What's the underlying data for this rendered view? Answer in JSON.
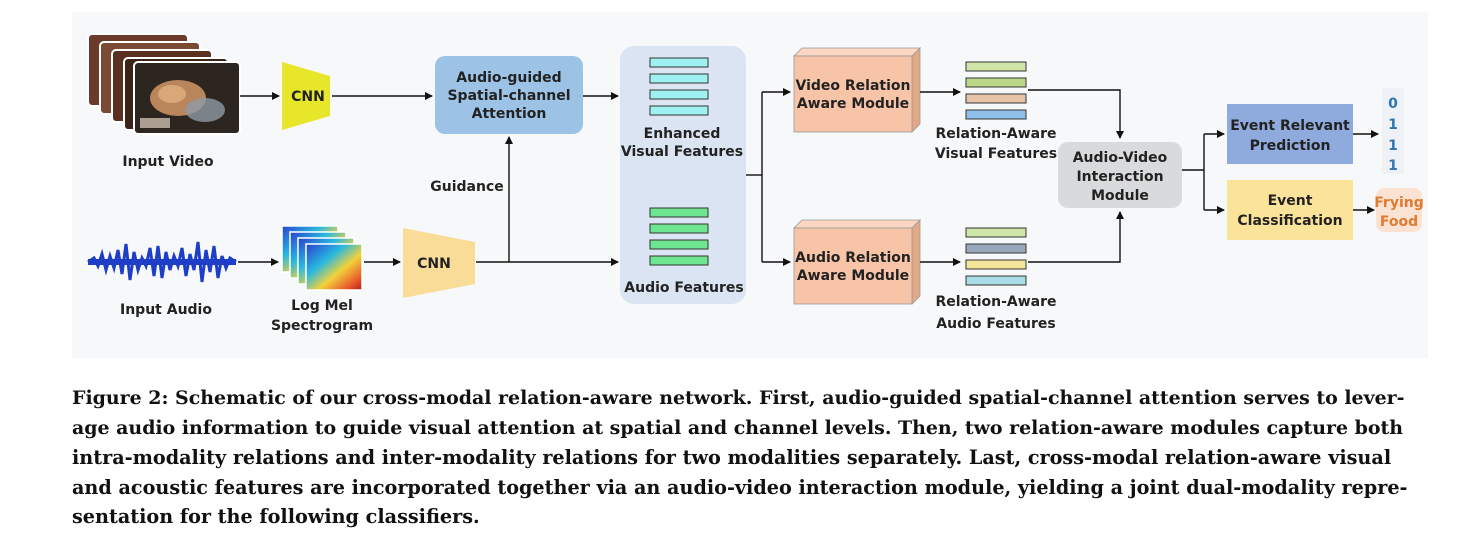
{
  "diagram": {
    "input_video": "Input Video",
    "input_audio": "Input Audio",
    "log_mel_line1": "Log Mel",
    "log_mel_line2": "Spectrogram",
    "cnn_video": "CNN",
    "cnn_audio": "CNN",
    "attention_line1": "Audio-guided",
    "attention_line2": "Spatial-channel",
    "attention_line3": "Attention",
    "guidance": "Guidance",
    "enhanced_line1": "Enhanced",
    "enhanced_line2": "Visual Features",
    "audio_features": "Audio Features",
    "video_relation_line1": "Video Relation",
    "video_relation_line2": "Aware Module",
    "audio_relation_line1": "Audio Relation",
    "audio_relation_line2": "Aware Module",
    "ra_visual_line1": "Relation-Aware",
    "ra_visual_line2": "Visual Features",
    "ra_audio_line1": "Relation-Aware",
    "ra_audio_line2": "Audio Features",
    "interaction_line1": "Audio-Video",
    "interaction_line2": "Interaction",
    "interaction_line3": "Module",
    "event_relevant_line1": "Event Relevant",
    "event_relevant_line2": "Prediction",
    "event_class_line1": "Event",
    "event_class_line2": "Classification",
    "relevance_outputs": [
      "0",
      "1",
      "1",
      "1"
    ],
    "class_output_line1": "Frying",
    "class_output_line2": "Food"
  },
  "colors": {
    "cnn_video": "#e8e62a",
    "cnn_audio": "#f9dc98",
    "attention": "#9cc3e6",
    "feature_panel": "#dbe4f2",
    "relation_module": "#f8c4a8",
    "interaction": "#d8dadc",
    "event_relevant": "#8faadc",
    "event_class": "#fbe49a",
    "output_text_blue": "#2e75b6",
    "output_text_orange": "#e07b30",
    "waveform": "#1f3ec8"
  },
  "caption": {
    "line1": "Figure 2: Schematic of our cross-modal relation-aware network. First, audio-guided spatial-channel attention serves to lever-",
    "line2": "age audio information to guide visual attention at spatial and channel levels. Then, two relation-aware modules capture both",
    "line3": "intra-modality relations and inter-modality relations for two modalities separately. Last, cross-modal relation-aware visual",
    "line4": "and acoustic features are incorporated together via an audio-video interaction module, yielding a joint dual-modality repre-",
    "line5": "sentation for the following classifiers."
  }
}
